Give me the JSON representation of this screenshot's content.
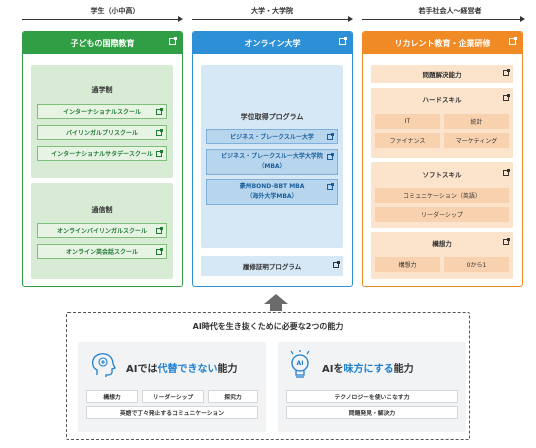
{
  "stages": [
    "学生（小中高）",
    "大学・大学院",
    "若手社会人〜経営者"
  ],
  "col1": {
    "title": "子どもの国際教育",
    "section1": {
      "title": "通学制",
      "links": [
        "インターナショナルスクール",
        "バイリンガルプリスクール",
        "インターナショナルサタデースクール"
      ]
    },
    "section2": {
      "title": "通信制",
      "links": [
        "オンラインバイリンガルスクール",
        "オンライン英会話スクール"
      ]
    }
  },
  "col2": {
    "title": "オンライン大学",
    "section": {
      "title": "学位取得プログラム",
      "links": [
        "ビジネス・ブレークスルー大学",
        "ビジネス・ブレークスルー大学大学院\n（MBA）",
        "豪州BOND-BBT MBA\n（海外大学MBA）"
      ]
    },
    "cert": "履修証明プログラム"
  },
  "col3": {
    "title": "リカレント教育・企業研修",
    "problem_solving": "問題解決能力",
    "hard_skill": {
      "title": "ハードスキル",
      "cells": [
        "IT",
        "統計",
        "ファイナンス",
        "マーケティング"
      ]
    },
    "soft_skill": {
      "title": "ソフトスキル",
      "cells": [
        "コミュニケーション（英語）",
        "リーダーシップ"
      ]
    },
    "conception": {
      "title": "構想力",
      "cells": [
        "構想力",
        "0から1"
      ]
    }
  },
  "bottom": {
    "title": "AI時代を生き抜くために必要な2つの能力",
    "left": {
      "head_pre": "AIでは",
      "head_hl": "代替できない",
      "head_post": "能力",
      "chips": [
        "構想力",
        "リーダーシップ",
        "探究力",
        "英語で丁々発止するコミュニケーション"
      ]
    },
    "right": {
      "head_pre": "AIを",
      "head_hl": "味方にする",
      "head_post": "能力",
      "icon_label": "AI",
      "chips": [
        "テクノロジーを使いこなす力",
        "問題発見・解決力"
      ]
    }
  }
}
